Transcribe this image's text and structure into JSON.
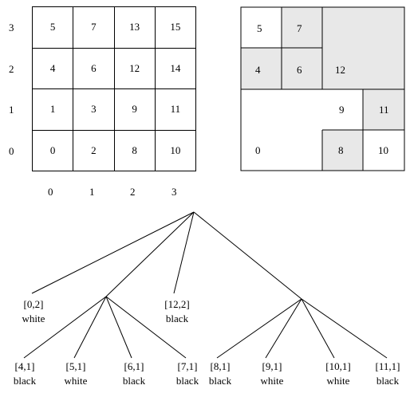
{
  "left_grid": {
    "rows": [
      [
        "5",
        "7",
        "13",
        "15"
      ],
      [
        "4",
        "6",
        "12",
        "14"
      ],
      [
        "1",
        "3",
        "9",
        "11"
      ],
      [
        "0",
        "2",
        "8",
        "10"
      ]
    ],
    "row_labels": [
      "3",
      "2",
      "1",
      "0"
    ],
    "col_labels": [
      "0",
      "1",
      "2",
      "3"
    ]
  },
  "quadtree_grid": {
    "labels": [
      "5",
      "7",
      "4",
      "6",
      "12",
      "9",
      "11",
      "0",
      "8",
      "10"
    ],
    "shaded_color": "#e8e8e8"
  },
  "tree": {
    "level1": [
      {
        "key": "[0,2]",
        "color": "white"
      },
      {
        "key": "[12,2]",
        "color": "black"
      }
    ],
    "level2": [
      {
        "key": "[4,1]",
        "color": "black"
      },
      {
        "key": "[5,1]",
        "color": "white"
      },
      {
        "key": "[6,1]",
        "color": "black"
      },
      {
        "key": "[7,1]",
        "color": "black"
      },
      {
        "key": "[8,1]",
        "color": "black"
      },
      {
        "key": "[9,1]",
        "color": "white"
      },
      {
        "key": "[10,1]",
        "color": "white"
      },
      {
        "key": "[11,1]",
        "color": "black"
      }
    ]
  }
}
